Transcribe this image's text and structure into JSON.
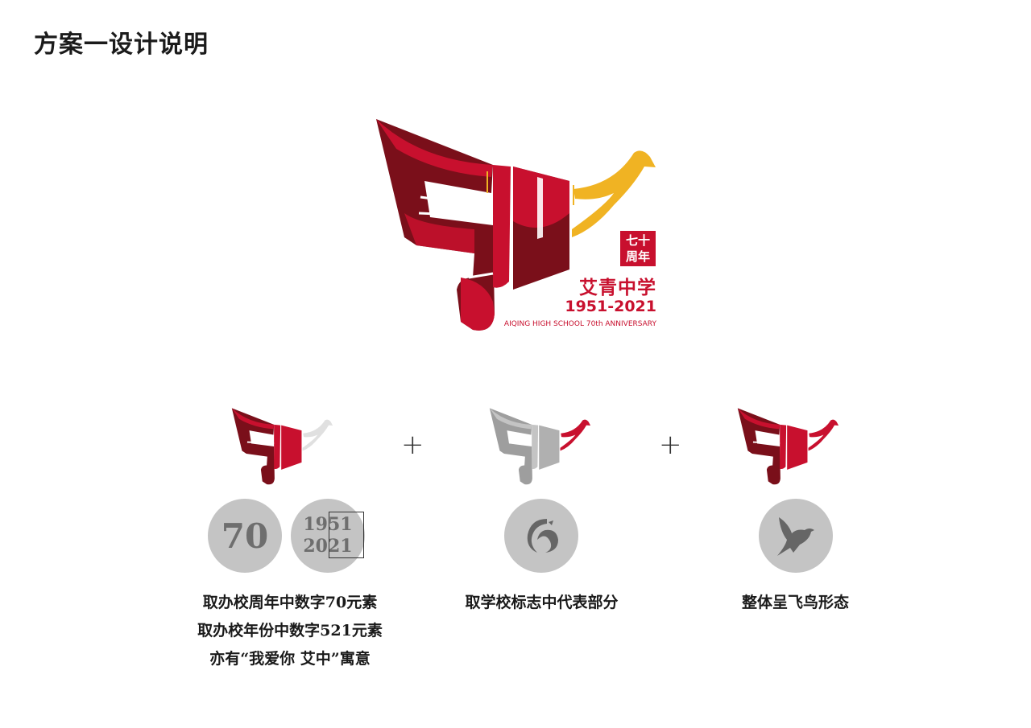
{
  "title": "方案一设计说明",
  "logo": {
    "anniv_line1": "七十",
    "anniv_line2": "周年",
    "school_name": "艾青中学",
    "years": "1951-2021",
    "english": "AIQING HIGH SCHOOL 70th ANNIVERSARY"
  },
  "colors": {
    "red": "#c8102e",
    "dark_red": "#7a0f1a",
    "gold": "#f0b323",
    "gray": "#c4c4c4"
  },
  "elements": [
    {
      "circles": [
        "70",
        "1951 / 2021"
      ],
      "captions": [
        "取办校周年中数字70元素",
        "取办校年份中数字521元素",
        "亦有“我爱你 艾中”寓意"
      ]
    },
    {
      "circles": [
        "school-emblem-icon"
      ],
      "captions": [
        "取学校标志中代表部分"
      ]
    },
    {
      "circles": [
        "dove-icon"
      ],
      "captions": [
        "整体呈飞鸟形态"
      ]
    }
  ],
  "circle_70": "70",
  "circle_year_top": "1951",
  "circle_year_bottom": "2021",
  "plus": "+"
}
